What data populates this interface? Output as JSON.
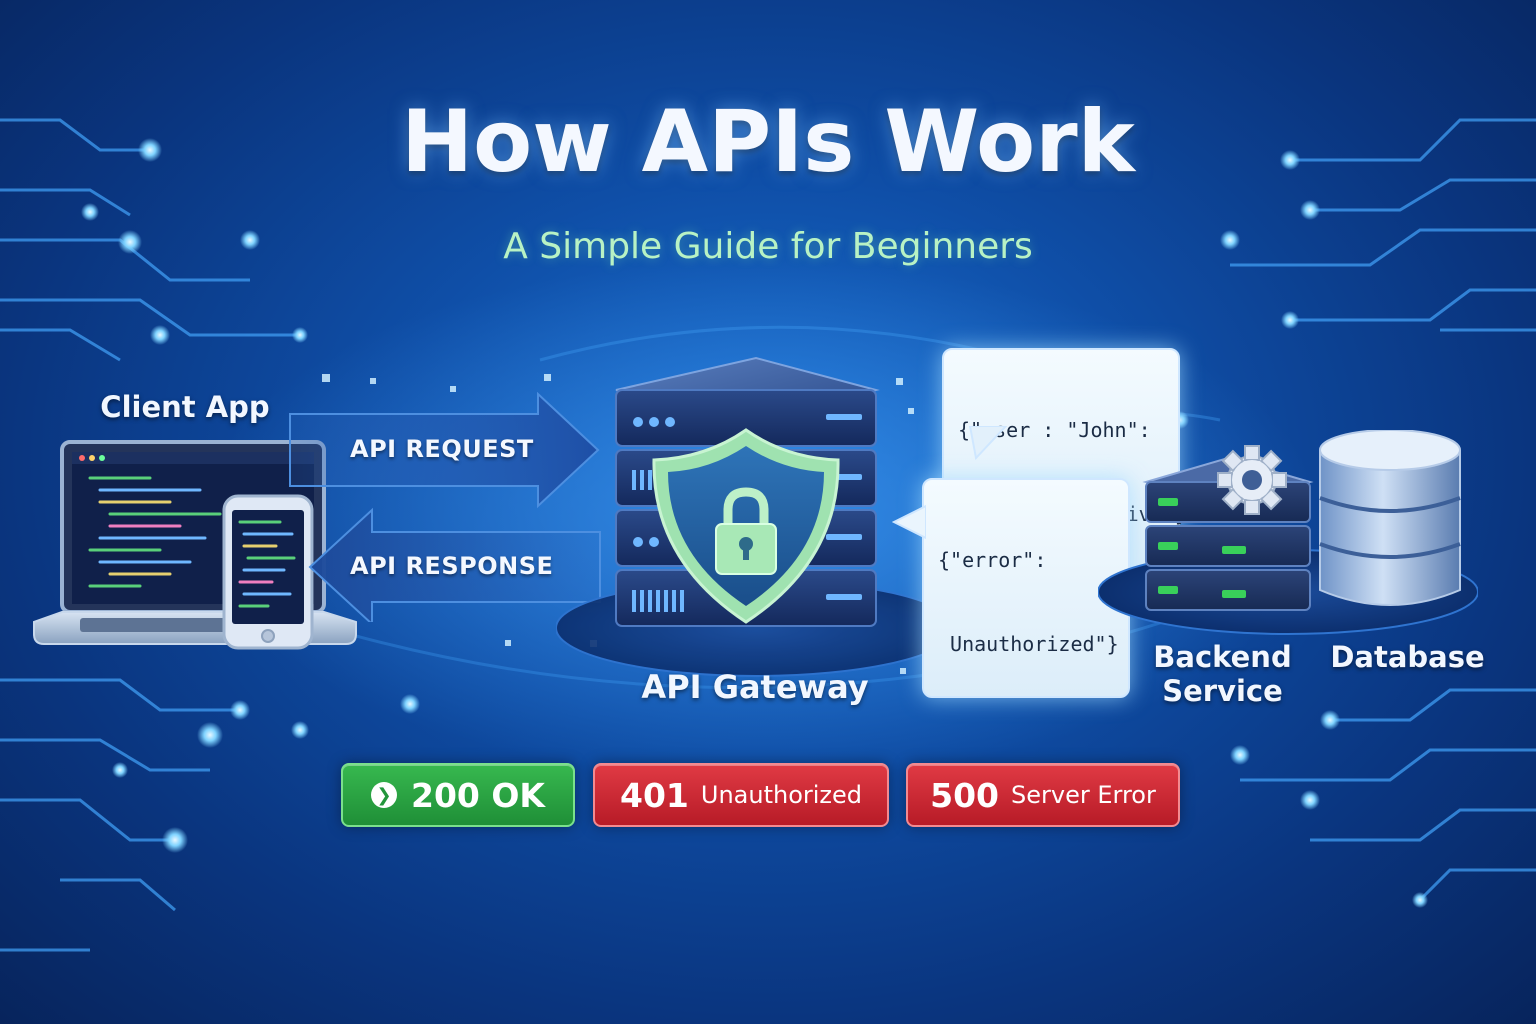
{
  "header": {
    "title": "How APIs Work",
    "subtitle": "A Simple Guide for Beginners"
  },
  "nodes": {
    "client": "Client App",
    "gateway": "API Gateway",
    "backend": "Backend Service",
    "database": "Database"
  },
  "flows": {
    "request": "API REQUEST",
    "response": "API RESPONSE"
  },
  "bubbles": {
    "success_line1": "{\"user : \"John\":",
    "success_line2": " Status : \"active\"}",
    "error_line1": "{\"error\":",
    "error_line2": " Unauthorized\"}"
  },
  "status_badges": [
    {
      "code": "200 OK",
      "desc": "",
      "color": "#2aa745",
      "icon": "chevron-right-icon"
    },
    {
      "code": "401",
      "desc": "Unauthorized",
      "color": "#d42a35"
    },
    {
      "code": "500",
      "desc": "Server Error",
      "color": "#d42a35"
    }
  ],
  "colors": {
    "background": "#0f4fa8",
    "subtitle": "#b8f2c4",
    "accent_glow": "#7fd3ff",
    "success": "#2aa745",
    "error": "#d42a35",
    "shield": "#8fd6a0"
  },
  "icons": {
    "client": "laptop-icon",
    "phone": "smartphone-icon",
    "gateway": "server-rack-icon",
    "shield": "shield-lock-icon",
    "backend": "server-gear-icon",
    "database": "database-cylinder-icon"
  }
}
